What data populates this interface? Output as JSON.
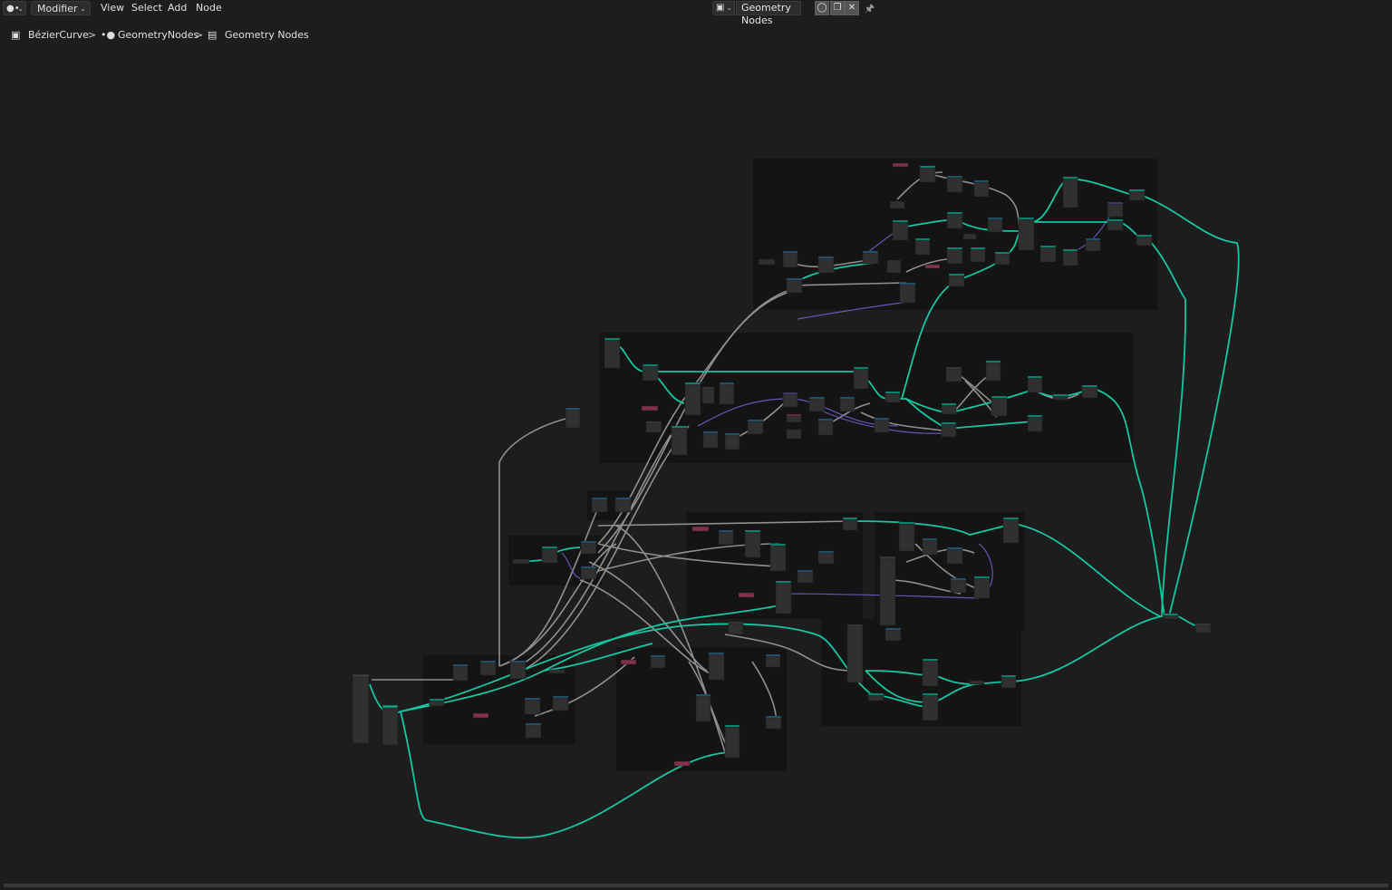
{
  "header": {
    "editor_type_icon": "node-editor-icon",
    "mode": "Modifier",
    "menus": [
      "View",
      "Select",
      "Add",
      "Node"
    ],
    "node_group": {
      "type_icon": "geometry-nodes-icon",
      "name": "Geometry Nodes",
      "actions": [
        "fake-user-shield-icon",
        "duplicate-icon",
        "unlink-x-icon"
      ]
    },
    "pin_icon": "pin-icon"
  },
  "breadcrumb": {
    "items": [
      {
        "label": "BézierCurve",
        "icon": "object-icon"
      },
      {
        "label": "GeometryNodes",
        "icon": "modifier-icon"
      },
      {
        "label": "Geometry Nodes",
        "icon": "node-tree-icon"
      }
    ],
    "separator": ">"
  },
  "colors": {
    "background": "#1d1d1d",
    "frame": "#141414",
    "node_body": "#303030",
    "geometry_link": "#00d6a3",
    "float_link": "#a1a1a1",
    "vector_link": "#6363c7",
    "header_input": "#83314a",
    "header_geometry": "#00a68a",
    "header_math": "#246283"
  }
}
